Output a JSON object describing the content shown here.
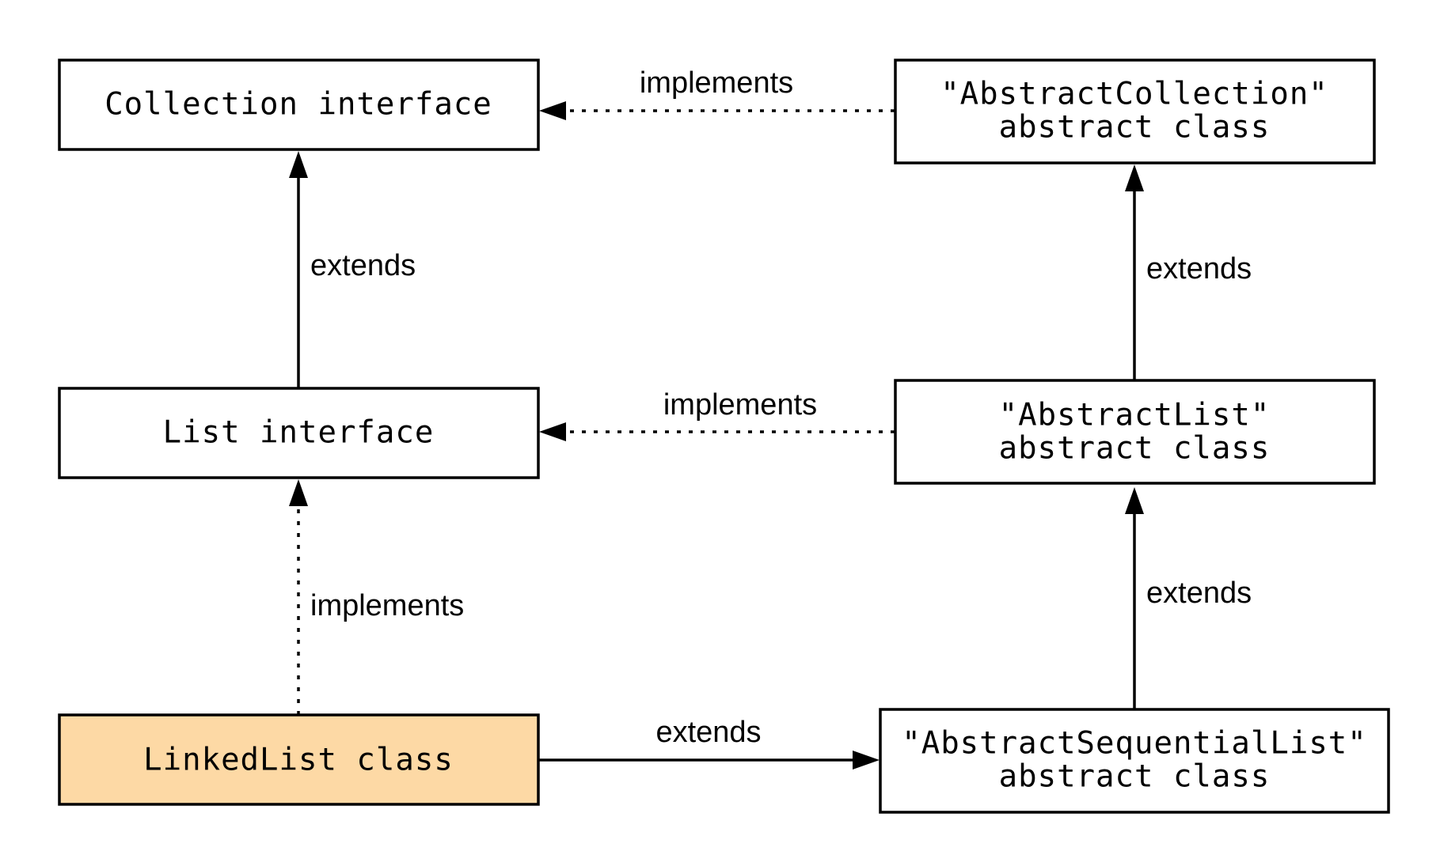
{
  "colors": {
    "highlight_fill": "#fdd9a5",
    "box_fill": "#ffffff",
    "stroke": "#000000"
  },
  "nodes": {
    "collection_interface": {
      "lines": [
        "Collection interface"
      ]
    },
    "list_interface": {
      "lines": [
        "List interface"
      ]
    },
    "linkedlist_class": {
      "lines": [
        "LinkedList class"
      ]
    },
    "abstract_collection": {
      "lines": [
        "\"AbstractCollection\"",
        "abstract class"
      ]
    },
    "abstract_list": {
      "lines": [
        "\"AbstractList\"",
        "abstract class"
      ]
    },
    "abstract_sequential_list": {
      "lines": [
        "\"AbstractSequentialList\"",
        "abstract class"
      ]
    }
  },
  "edges": {
    "abstract_collection_to_collection": {
      "label": "implements",
      "style": "dotted"
    },
    "list_to_collection": {
      "label": "extends",
      "style": "solid"
    },
    "abstract_list_to_abstract_collection": {
      "label": "extends",
      "style": "solid"
    },
    "abstract_list_to_list": {
      "label": "implements",
      "style": "dotted"
    },
    "linkedlist_to_list": {
      "label": "implements",
      "style": "dotted"
    },
    "abstract_sequential_to_abstract_list": {
      "label": "extends",
      "style": "solid"
    },
    "linkedlist_to_abstract_sequential": {
      "label": "extends",
      "style": "solid"
    }
  }
}
